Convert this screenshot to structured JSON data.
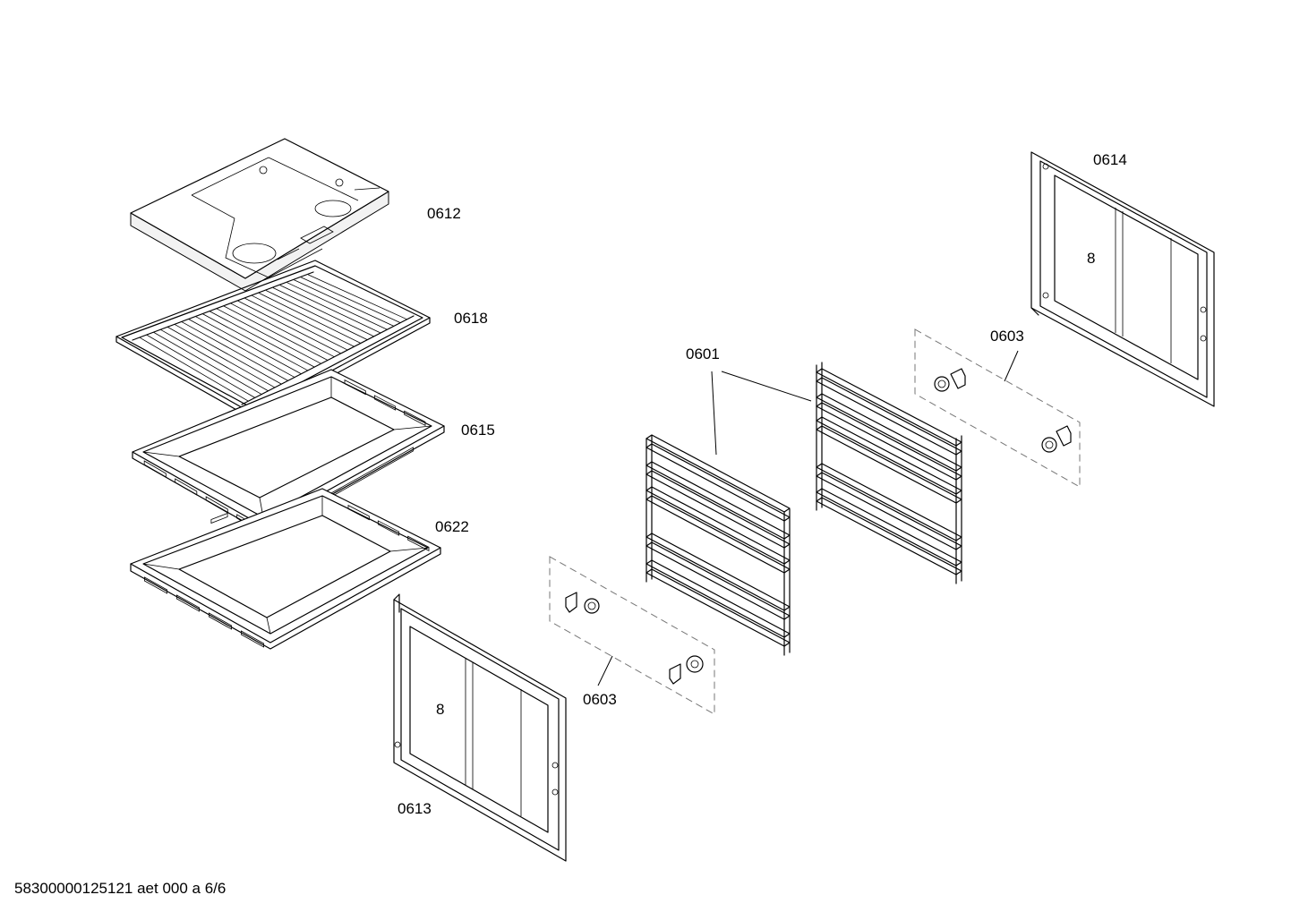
{
  "labels": {
    "p0612": "0612",
    "p0618": "0618",
    "p0615": "0615",
    "p0622": "0622",
    "p0613": "0613",
    "p0603_lower": "0603",
    "p0601": "0601",
    "p0603_upper": "0603",
    "p0614": "0614"
  },
  "footer": {
    "doc_code": "58300000125121 aet 000 a 6/6"
  },
  "colors": {
    "line": "#000000",
    "background": "#ffffff",
    "dashed_group": "#777777"
  }
}
